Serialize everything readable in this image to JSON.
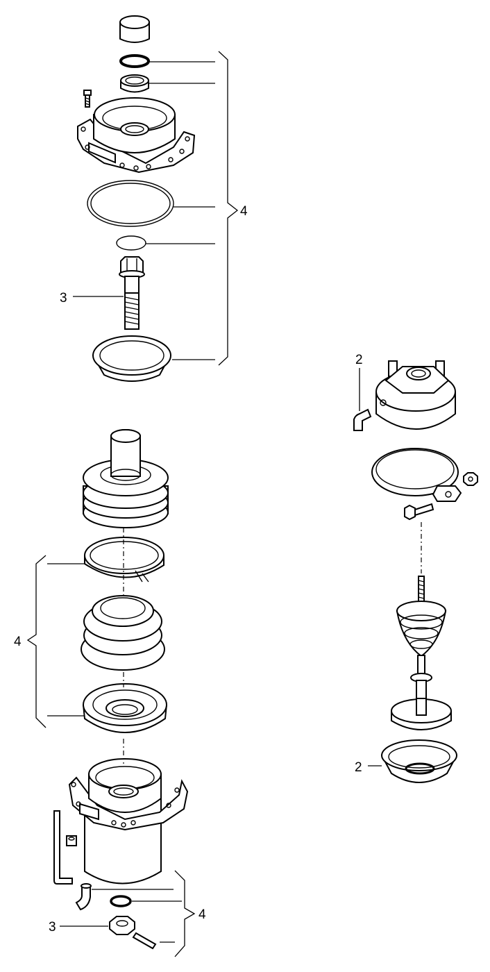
{
  "callouts": {
    "top_group": "4",
    "top_bolt": "3",
    "middle_group": "4",
    "bottom_group": "4",
    "bottom_nut": "3",
    "right_fitting": "2",
    "right_cup": "2"
  },
  "colors": {
    "line": "#000000",
    "background": "#ffffff"
  }
}
